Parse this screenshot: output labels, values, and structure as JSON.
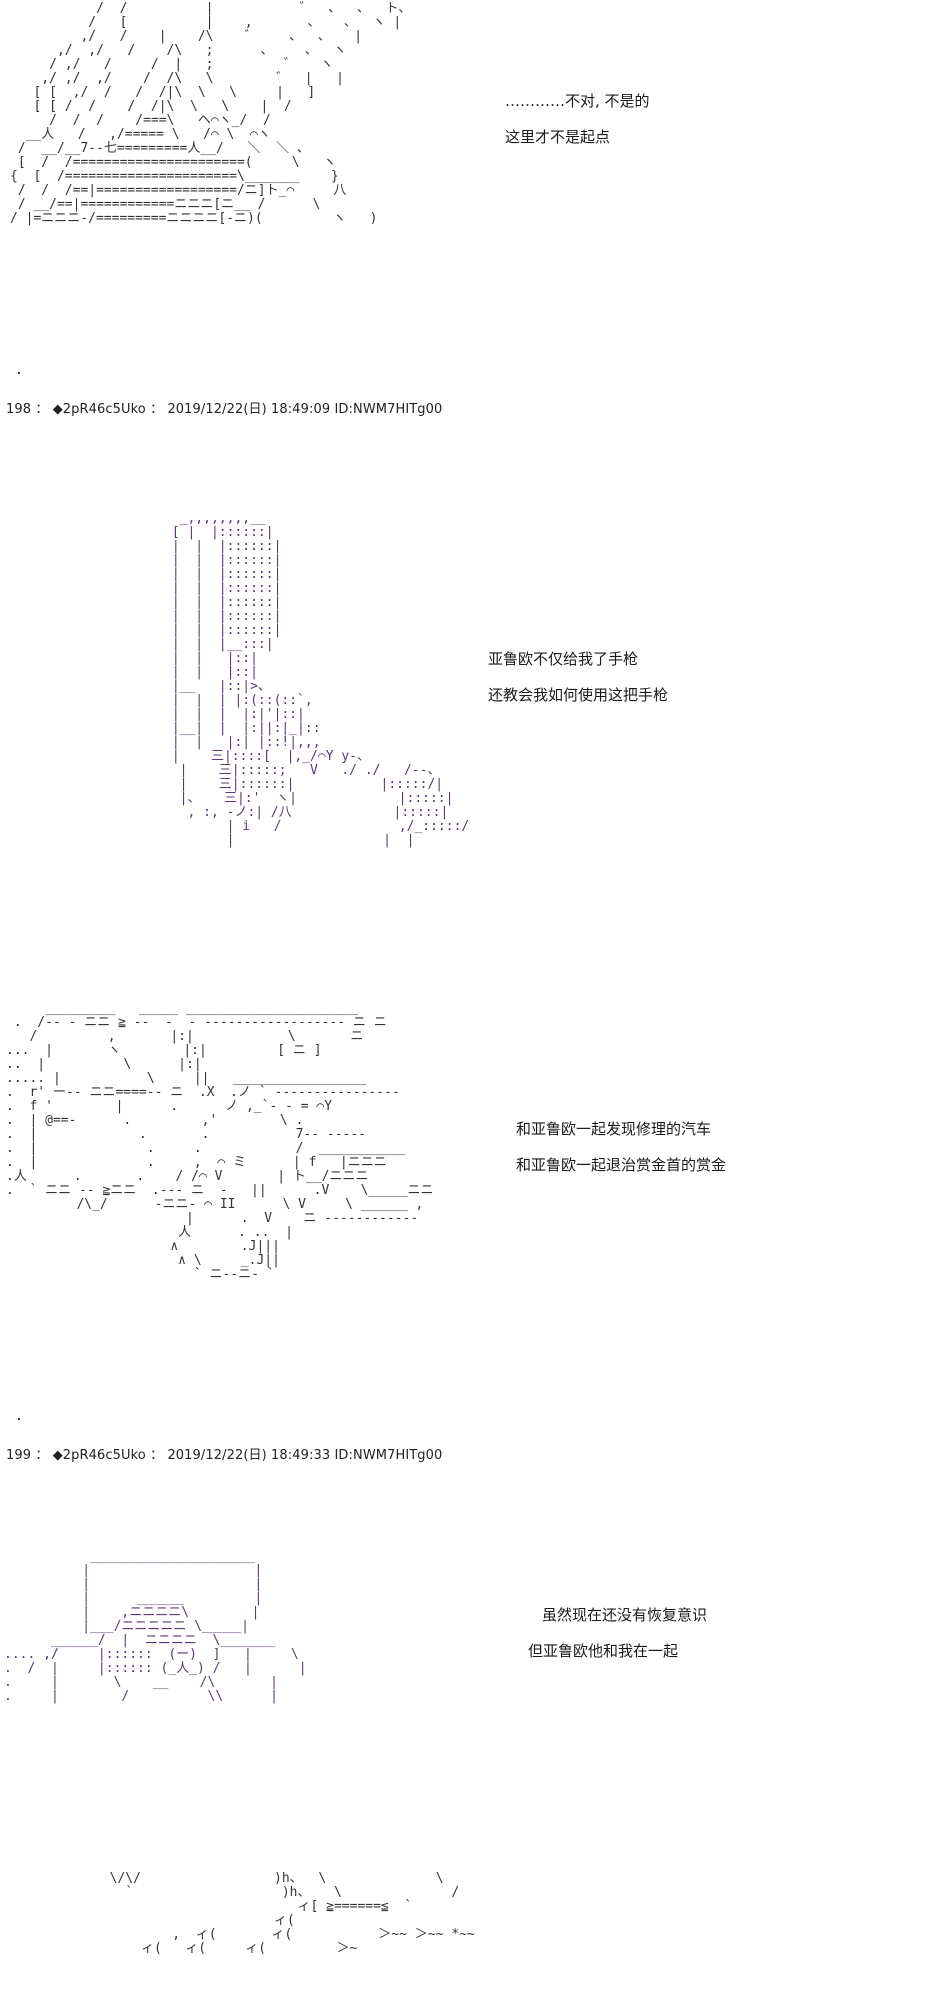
{
  "scenes": [
    {
      "caption_lines": [
        "…………不对, 不是的",
        "这里才不是起点"
      ]
    },
    {
      "caption_lines": [
        "亚鲁欧不仅给我了手枪",
        "还教会我如何使用这把手枪"
      ]
    },
    {
      "caption_lines": [
        "和亚鲁欧一起发现修理的汽车",
        "和亚鲁欧一起退治赏金首的赏金"
      ]
    },
    {
      "caption_lines": [
        "虽然现在还没有恢复意识",
        "但亚鲁欧他和我在一起"
      ]
    }
  ],
  "posts": [
    {
      "number": "198",
      "name": "◆2pR46c5Uko",
      "datetime": "2019/12/22(日) 18:49:09",
      "id": "ID:NWM7HITg00"
    },
    {
      "number": "199",
      "name": "◆2pR46c5Uko",
      "datetime": "2019/12/22(日) 18:49:33",
      "id": "ID:NWM7HITg00"
    }
  ]
}
